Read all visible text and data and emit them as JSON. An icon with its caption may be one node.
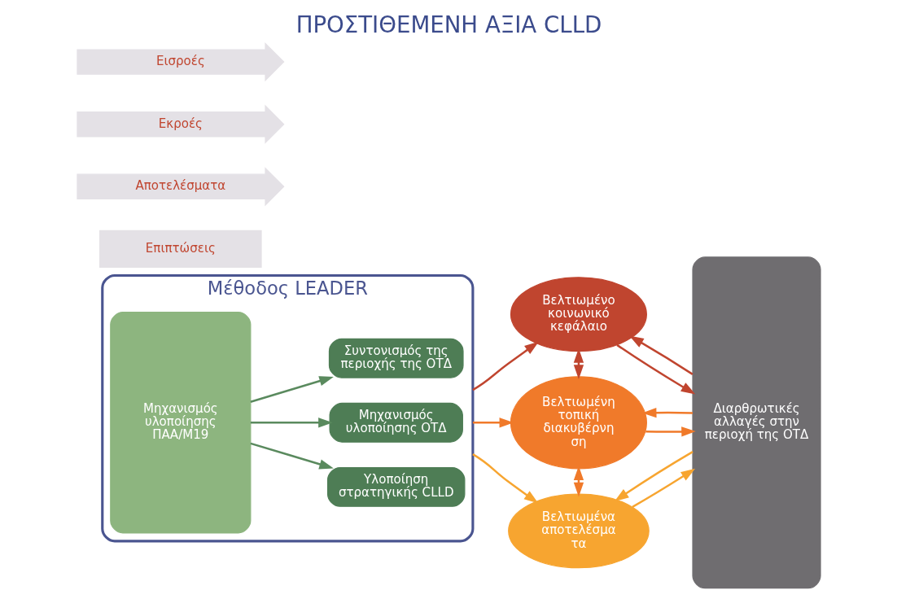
{
  "diagram": {
    "title": "ΠΡΟΣΤΙΘΕΜΕΝΗ ΑΞΙΑ CLLD",
    "nodes": [
      {
        "text": [
          "Μέθοδος LEADER"
        ]
      },
      {
        "text": [
          "Μηχανισμός υλοποίησης ΠΑΑ/Μ19"
        ],
        "in": 0
      },
      {
        "text": [
          "Υλοποίηση στρατηγικής CLLD"
        ],
        "in": 0
      },
      {
        "text": [
          "Μηχανισμός υλοποίησης ΟΤΔ"
        ],
        "in": 0
      },
      {
        "text": [
          "Συντονισμός της περιοχής της ΟΤΔ"
        ],
        "in": 0
      },
      {
        "text": [
          "Βελτιωμένο κοινωνικό κεφάλαιο"
        ]
      },
      {
        "text": [
          "Βελτιωμένη τοπική διακυβέρνη ση"
        ]
      },
      {
        "text": [
          "Βελτιωμένα αποτελέσμα τα"
        ]
      },
      {
        "text": [
          "Διαρθρωτικές αλλαγές στην περιοχή της ΟΤΔ"
        ]
      },
      {
        "text": [
          "Εισροές"
        ]
      },
      {
        "text": [
          "Εκροές"
        ]
      },
      {
        "text": [
          "Αποτελέσματα"
        ]
      },
      {
        "text": [
          "Επιπτώσεις"
        ]
      }
    ],
    "edges": [
      {
        "from": 1,
        "to": 2,
        "arrow": "to",
        "color": "#5a8a5e"
      },
      {
        "from": 1,
        "to": 3,
        "arrow": "to",
        "color": "#5a8a5e"
      },
      {
        "from": 1,
        "to": 4,
        "arrow": "to",
        "color": "#5a8a5e"
      },
      {
        "from": 0,
        "to": 5,
        "arrow": "to",
        "color": "#c0452f"
      },
      {
        "from": 0,
        "to": 6,
        "arrow": "to",
        "color": "#f07a2a"
      },
      {
        "from": 0,
        "to": 7,
        "arrow": "to",
        "color": "#f7a530"
      },
      {
        "from": 5,
        "to": 6,
        "arrow": "both",
        "color": "#c0452f"
      },
      {
        "from": 6,
        "to": 7,
        "arrow": "both",
        "color": "#f07a2a"
      },
      {
        "from": 5,
        "to": 8,
        "arrow": "to",
        "color": "#c0452f"
      },
      {
        "from": 8,
        "to": 5,
        "arrow": "to",
        "color": "#c0452f"
      },
      {
        "from": 6,
        "to": 8,
        "arrow": "to",
        "color": "#f07a2a"
      },
      {
        "from": 8,
        "to": 6,
        "arrow": "to",
        "color": "#f07a2a"
      },
      {
        "from": 7,
        "to": 8,
        "arrow": "to",
        "color": "#f7a530"
      },
      {
        "from": 8,
        "to": 7,
        "arrow": "to",
        "color": "#f7a530"
      }
    ]
  }
}
